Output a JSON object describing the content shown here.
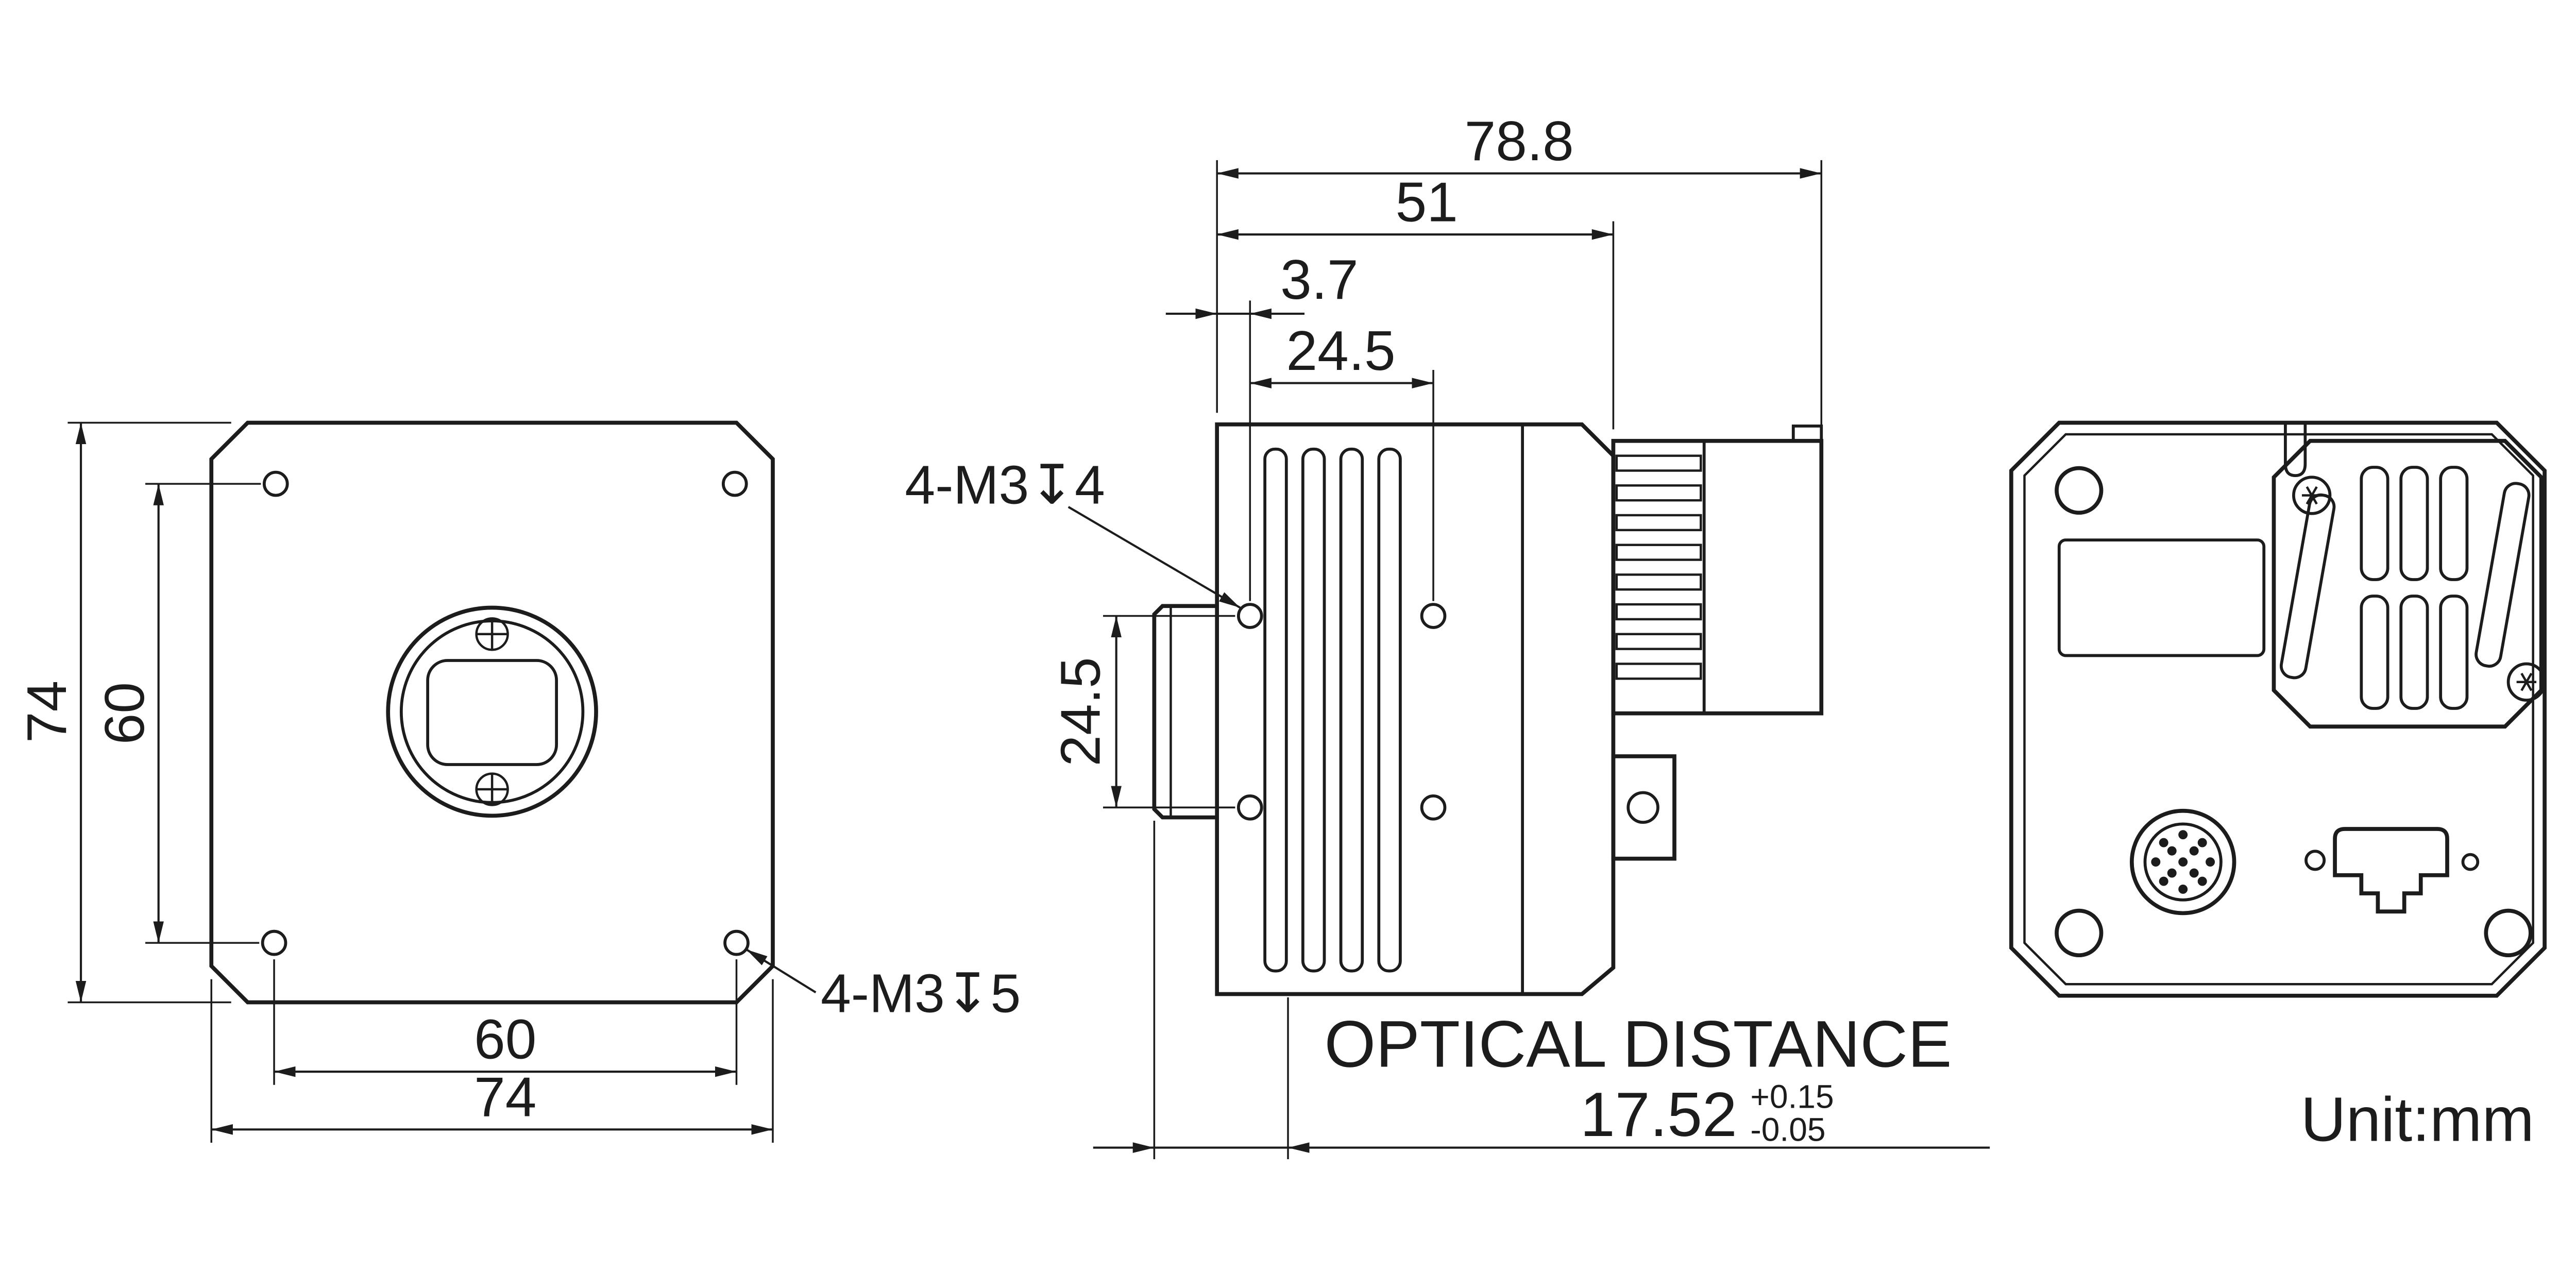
{
  "meta": {
    "unit_label": "Unit:mm"
  },
  "front_view": {
    "dim_height_outer": "74",
    "dim_height_holes": "60",
    "dim_width_holes": "60",
    "dim_width_outer": "74",
    "thread_callout": "4-M3↧5"
  },
  "side_view": {
    "dim_overall_length": "78.8",
    "dim_body_length": "51",
    "dim_hole_offset": "3.7",
    "dim_hole_spacing_top": "24.5",
    "dim_hole_spacing_side": "24.5",
    "thread_callout": "4-M3↧4",
    "optical_distance_label": "OPTICAL DISTANCE",
    "optical_distance_value": "17.52",
    "optical_distance_tol_plus": "+0.15",
    "optical_distance_tol_minus": "-0.05"
  },
  "colors": {
    "line": "#1c1c1c",
    "background": "#ffffff"
  }
}
